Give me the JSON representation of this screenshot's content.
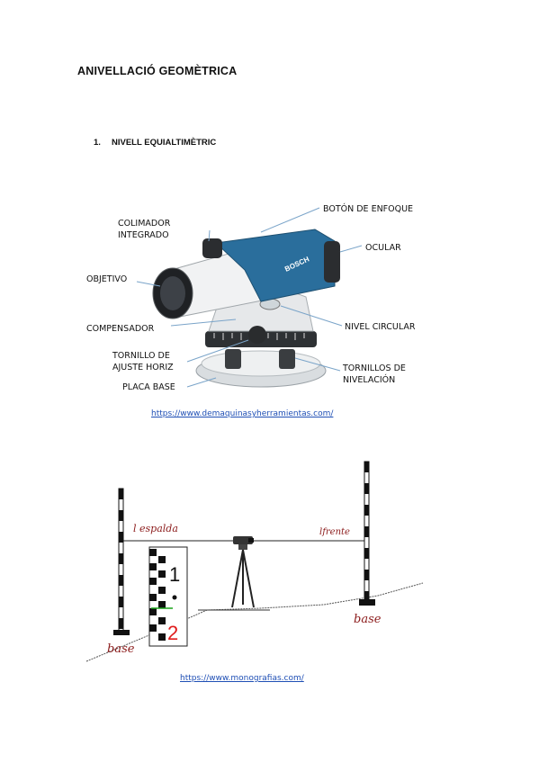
{
  "document": {
    "title": "ANIVELLACIÓ GEOMÈTRICA",
    "section_number": "1.",
    "section_title": "NIVELL EQUIALTIMÈTRIC"
  },
  "figure1": {
    "labels": {
      "colimador_line1": "COLIMADOR",
      "colimador_line2": "INTEGRADO",
      "boton": "BOTÓN DE ENFOQUE",
      "ocular": "OCULAR",
      "objetivo": "OBJETIVO",
      "compensador": "COMPENSADOR",
      "nivel": "NIVEL CIRCULAR",
      "tornillo_line1": "TORNILLO DE",
      "tornillo_line2": "AJUSTE HORIZ",
      "tornillos_line1": "TORNILLOS DE",
      "tornillos_line2": "NIVELACIÓN",
      "placa": "PLACA BASE",
      "brand": "BOSCH"
    },
    "source": "https://www.demaquinasyherramientas.com/"
  },
  "figure2": {
    "labels": {
      "espalda": "l espalda",
      "frente": "lfrente",
      "base_left": "base",
      "base_right": "base",
      "staff_1": "1",
      "staff_2": "2"
    },
    "source": "https://www.monografias.com/"
  },
  "colors": {
    "instrument_blue": "#2a6e9c",
    "link_blue": "#1f4fb5",
    "italic_red": "#8b1a1a",
    "staff_red": "#e01b1b"
  }
}
